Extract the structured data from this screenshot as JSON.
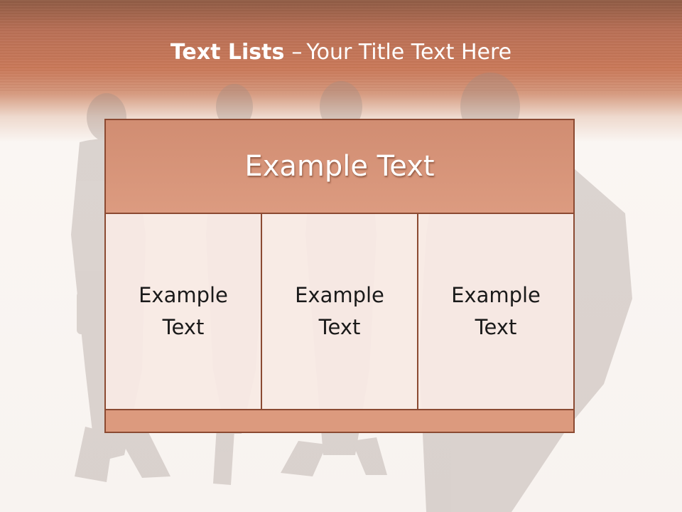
{
  "slide": {
    "title_bold": "Text Lists",
    "title_separator": "–",
    "title_rest": "Your Title Text Here"
  },
  "table": {
    "header": "Example Text",
    "cells": [
      {
        "line1": "Example",
        "line2": "Text"
      },
      {
        "line1": "Example",
        "line2": "Text"
      },
      {
        "line1": "Example",
        "line2": "Text"
      }
    ],
    "footer": ""
  },
  "colors": {
    "header_band": "#c97858",
    "table_border": "#8b4a32",
    "header_cell": "#d18d72",
    "body_cell": "#f8e9e4",
    "footer_cell": "#dc9a7e"
  },
  "background_image": "business-people-silhouette"
}
